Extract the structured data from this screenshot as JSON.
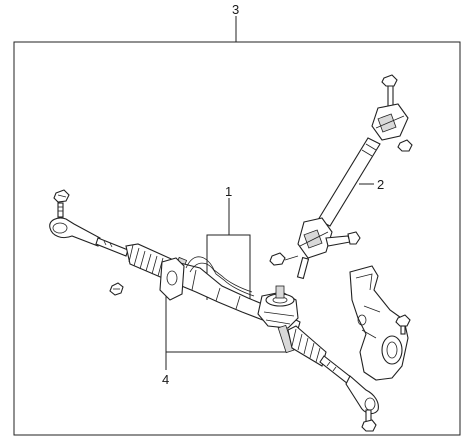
{
  "callouts": {
    "assembly": "3",
    "gear_box": "1",
    "steering_shaft": "2",
    "boots": "4"
  }
}
